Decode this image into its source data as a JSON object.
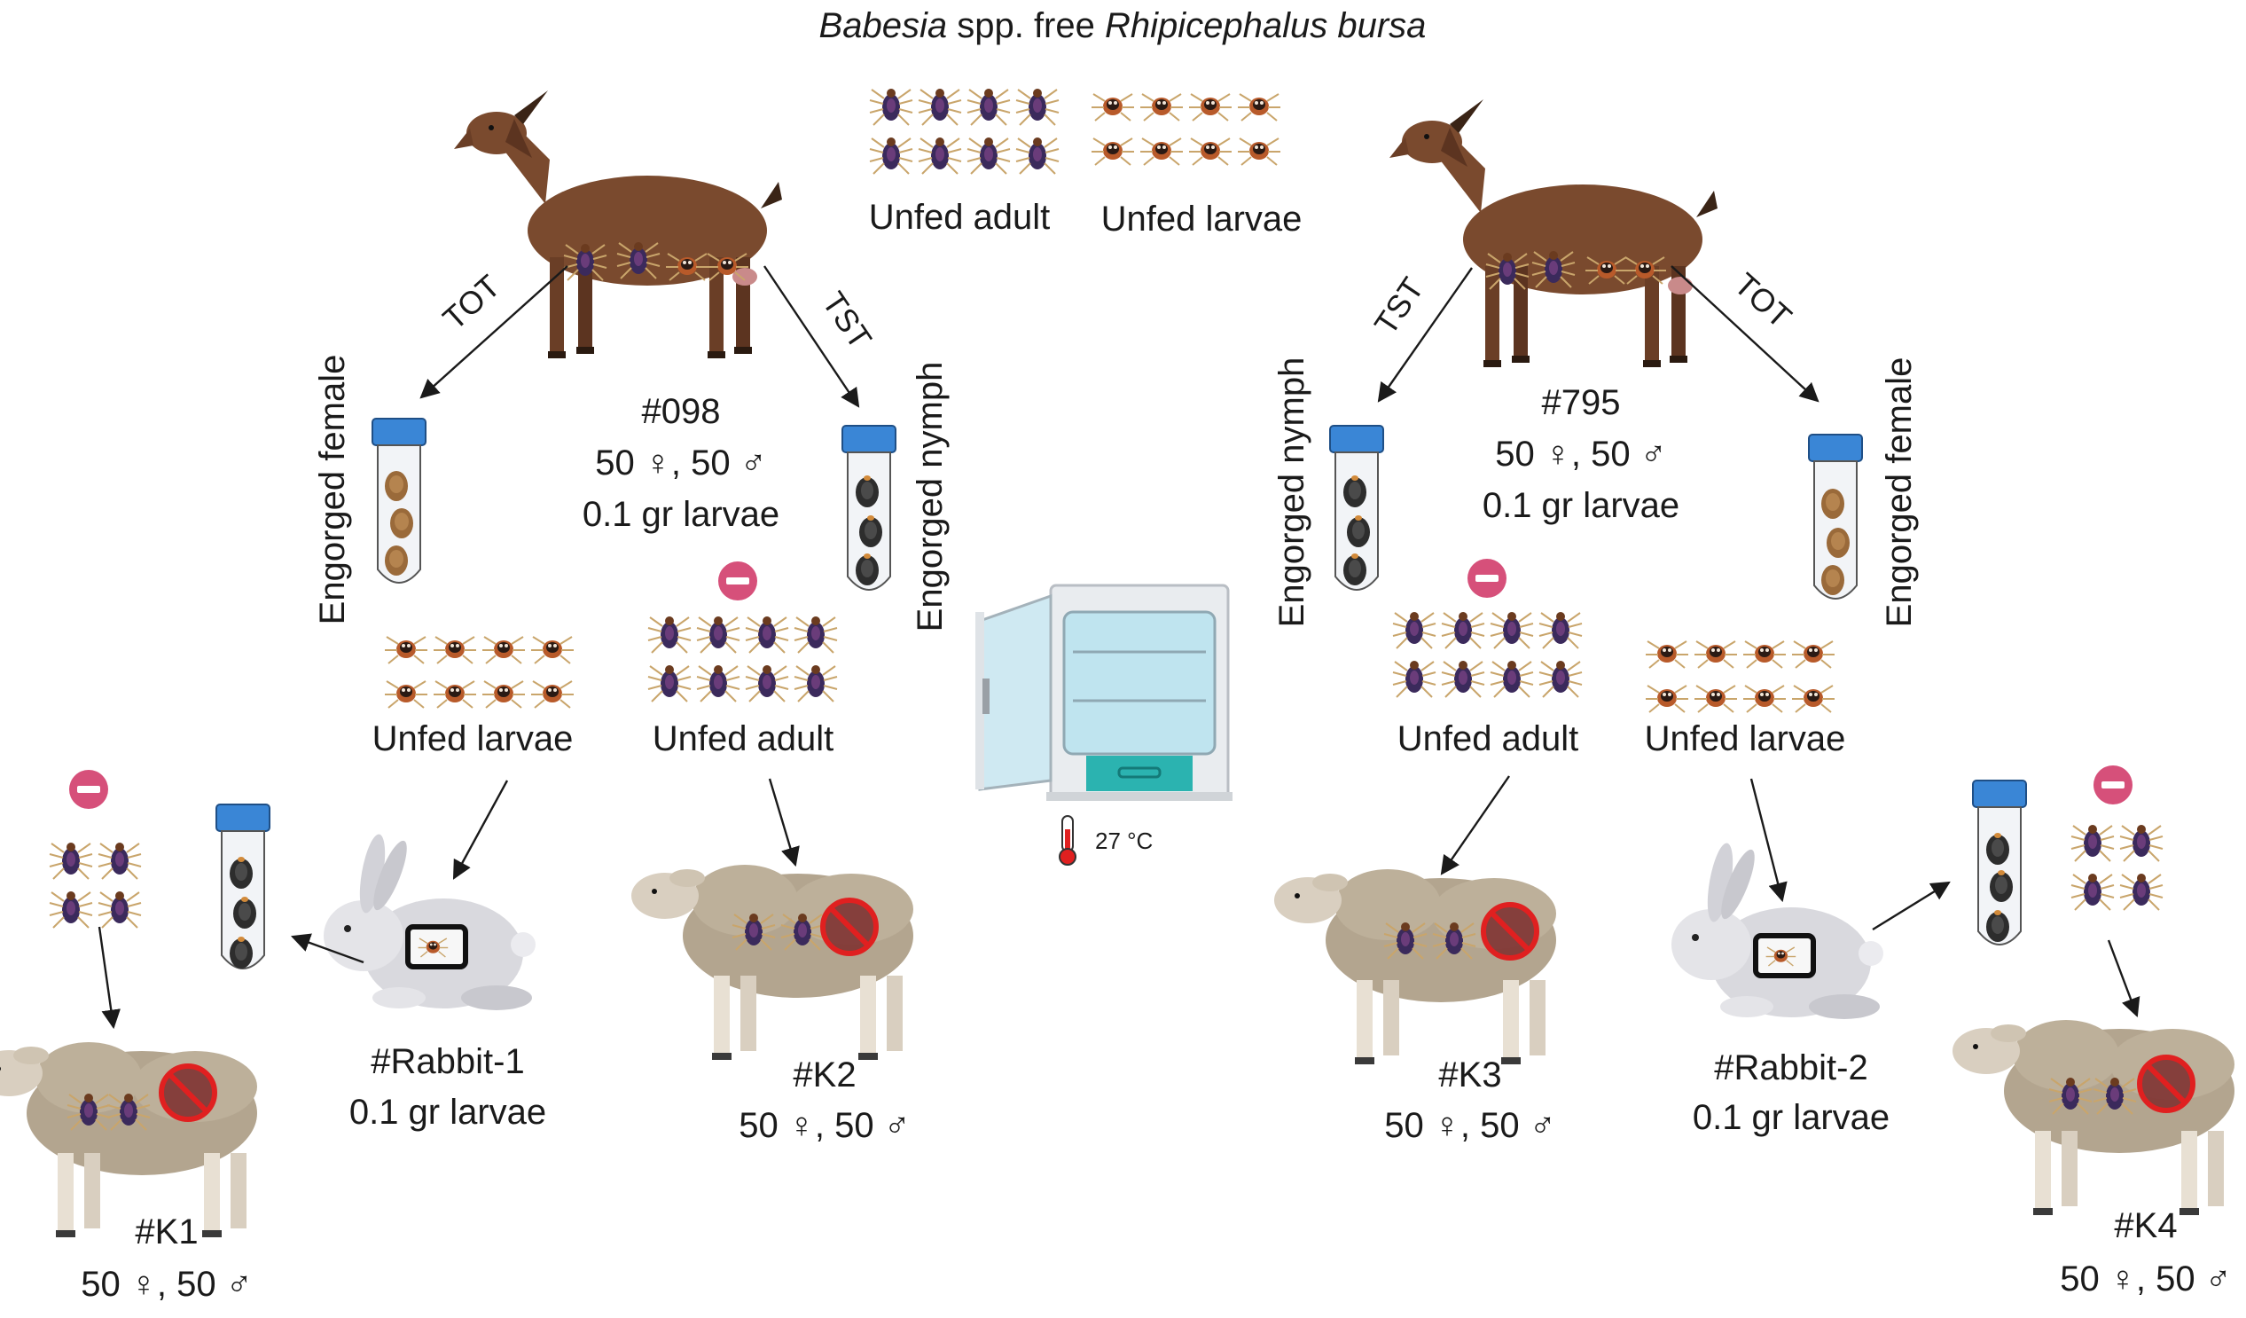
{
  "title": {
    "genus": "Babesia",
    "mid": " spp. free ",
    "species": "Rhipicephalus bursa"
  },
  "top": {
    "unfed_adult": "Unfed adult",
    "unfed_larvae": "Unfed larvae"
  },
  "left_goat": {
    "id": "#098",
    "counts": "50 ♀, 50 ♂",
    "larvae": "0.1 gr larvae",
    "tot": "TOT",
    "tst": "TST",
    "tube_female": "Engorged female",
    "tube_nymph": "Engorged nymph",
    "unfed_larvae": "Unfed larvae",
    "unfed_adult": "Unfed adult"
  },
  "right_goat": {
    "id": "#795",
    "counts": "50 ♀, 50 ♂",
    "larvae": "0.1 gr larvae",
    "tot": "TOT",
    "tst": "TST",
    "tube_female": "Engorged female",
    "tube_nymph": "Engorged nymph",
    "unfed_larvae": "Unfed larvae",
    "unfed_adult": "Unfed adult"
  },
  "incubator": {
    "temp": "27 °C"
  },
  "rabbit1": {
    "id": "#Rabbit-1",
    "larvae": "0.1 gr larvae"
  },
  "rabbit2": {
    "id": "#Rabbit-2",
    "larvae": "0.1 gr larvae"
  },
  "k1": {
    "id": "#K1",
    "counts": "50 ♀, 50 ♂"
  },
  "k2": {
    "id": "#K2",
    "counts": "50 ♀, 50 ♂"
  },
  "k3": {
    "id": "#K3",
    "counts": "50 ♀, 50 ♂"
  },
  "k4": {
    "id": "#K4",
    "counts": "50 ♀, 50 ♂"
  },
  "colors": {
    "goat": "#7a4a2e",
    "sheep": "#b3a58f",
    "rabbit": "#d9d9de",
    "tube_cap": "#3a86d6",
    "negative": "#d6507a",
    "prohibit": "#e02020",
    "incubator_accent": "#2bb3b0"
  }
}
